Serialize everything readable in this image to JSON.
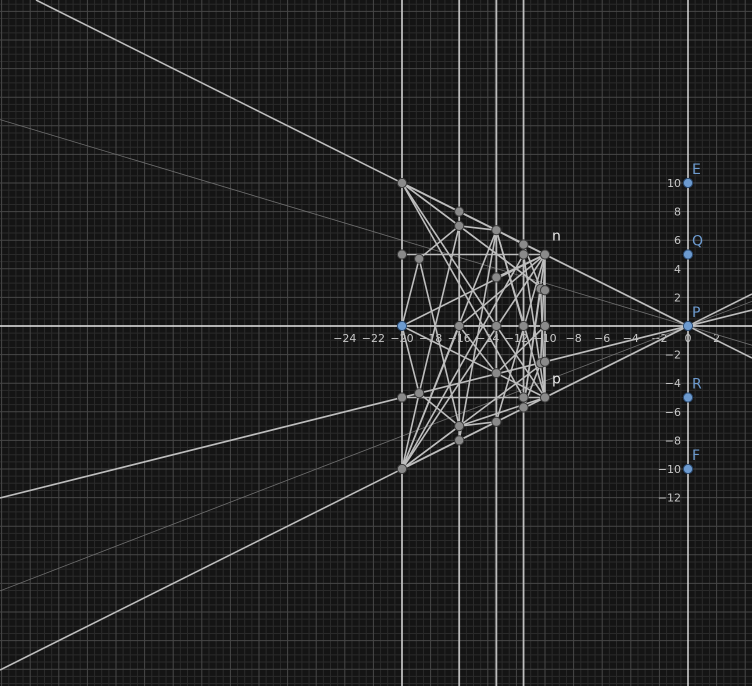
{
  "graph": {
    "axis_ticks_x": [
      -24,
      -22,
      -20,
      -18,
      -16,
      -14,
      -12,
      -10,
      -8,
      -6,
      -4,
      -2,
      0,
      2
    ],
    "axis_ticks_y": [
      -12,
      -10,
      -8,
      -6,
      -4,
      -2,
      2,
      4,
      6,
      8,
      10
    ],
    "colors": {
      "background": "#141414",
      "minor_grid": "#2a2a2a",
      "major_grid": "#474747",
      "axis": "#e6e6e6",
      "construction": "#bdbdbd",
      "point_gray": "#8a8a8a",
      "point_blue": "#6d9bd0",
      "label_blue": "#6d9bd0",
      "label_white": "#e8e8e8"
    },
    "vertical_lines_x": [
      -20,
      -16,
      -13.4,
      -11.5
    ],
    "points_blue": [
      {
        "label": "E",
        "x": 0,
        "y": 10
      },
      {
        "label": "Q",
        "x": 0,
        "y": 5
      },
      {
        "label": "P",
        "x": 0,
        "y": 0
      },
      {
        "label": "R",
        "x": 0,
        "y": -5
      },
      {
        "label": "F",
        "x": 0,
        "y": -10
      },
      {
        "label": "",
        "x": -20,
        "y": 0
      }
    ],
    "points_gray": [
      [
        -20,
        10
      ],
      [
        -16,
        8
      ],
      [
        -16,
        7
      ],
      [
        -13.4,
        6.7
      ],
      [
        -11.5,
        5.7
      ],
      [
        -20,
        5
      ],
      [
        -18.8,
        4.7
      ],
      [
        -11.5,
        5
      ],
      [
        -10,
        5
      ],
      [
        -13.4,
        3.4
      ],
      [
        -10.3,
        2.6
      ],
      [
        -10,
        2.5
      ],
      [
        -16,
        0
      ],
      [
        -13.4,
        0
      ],
      [
        -11.5,
        0
      ],
      [
        -10,
        0
      ],
      [
        -13.4,
        -3.3
      ],
      [
        -10.3,
        -2.6
      ],
      [
        -10,
        -2.5
      ],
      [
        -18.8,
        -4.7
      ],
      [
        -20,
        -5
      ],
      [
        -11.5,
        -5
      ],
      [
        -10,
        -5
      ],
      [
        -11.5,
        -5.7
      ],
      [
        -16,
        -7
      ],
      [
        -13.4,
        -6.7
      ],
      [
        -16,
        -8
      ],
      [
        -20,
        -10
      ]
    ],
    "segments": [
      [
        [
          -20,
          10
        ],
        [
          -10,
          5
        ]
      ],
      [
        [
          -20,
          10
        ],
        [
          -13.4,
          6.7
        ]
      ],
      [
        [
          -20,
          10
        ],
        [
          -16,
          7
        ]
      ],
      [
        [
          -20,
          10
        ],
        [
          -10,
          2.5
        ]
      ],
      [
        [
          -20,
          10
        ],
        [
          -13.4,
          0
        ]
      ],
      [
        [
          -20,
          10
        ],
        [
          -11.5,
          -5
        ]
      ],
      [
        [
          -20,
          5
        ],
        [
          -10,
          5
        ]
      ],
      [
        [
          -20,
          -5
        ],
        [
          -10,
          -5
        ]
      ],
      [
        [
          -20,
          0
        ],
        [
          -10,
          5
        ]
      ],
      [
        [
          -20,
          0
        ],
        [
          -10,
          -5
        ]
      ],
      [
        [
          -18.8,
          4.7
        ],
        [
          -16,
          7
        ]
      ],
      [
        [
          -16,
          7
        ],
        [
          -13.4,
          6.7
        ]
      ],
      [
        [
          -20,
          0
        ],
        [
          -18.8,
          4.7
        ]
      ],
      [
        [
          -18.8,
          4.7
        ],
        [
          -16,
          -7
        ]
      ],
      [
        [
          -20,
          0
        ],
        [
          -18.8,
          -4.7
        ]
      ],
      [
        [
          -18.8,
          -4.7
        ],
        [
          -16,
          7
        ]
      ],
      [
        [
          -18.8,
          -4.7
        ],
        [
          -16,
          -7
        ]
      ],
      [
        [
          -16,
          -7
        ],
        [
          -13.4,
          -6.7
        ]
      ],
      [
        [
          -13.4,
          6.7
        ],
        [
          -11.5,
          0
        ]
      ],
      [
        [
          -13.4,
          6.7
        ],
        [
          -11.5,
          5.7
        ]
      ],
      [
        [
          -13.4,
          6.7
        ],
        [
          -10,
          -5
        ]
      ],
      [
        [
          -13.4,
          6.7
        ],
        [
          -16,
          -8
        ]
      ],
      [
        [
          -16,
          8
        ],
        [
          -10,
          5
        ]
      ],
      [
        [
          -16,
          7
        ],
        [
          -10,
          2.5
        ]
      ],
      [
        [
          -20,
          -10
        ],
        [
          -13.4,
          6.7
        ]
      ],
      [
        [
          -20,
          -10
        ],
        [
          -10,
          5
        ]
      ],
      [
        [
          -20,
          -10
        ],
        [
          -11.5,
          5
        ]
      ],
      [
        [
          -20,
          -10
        ],
        [
          -10,
          -2.5
        ]
      ],
      [
        [
          -20,
          -10
        ],
        [
          -16,
          -7
        ]
      ],
      [
        [
          -20,
          -10
        ],
        [
          -13.4,
          -6.7
        ]
      ],
      [
        [
          -20,
          -10
        ],
        [
          -16,
          0
        ]
      ],
      [
        [
          -20,
          -10
        ],
        [
          -18.8,
          -4.7
        ]
      ],
      [
        [
          -10,
          5
        ],
        [
          -16,
          0
        ]
      ],
      [
        [
          -10,
          5
        ],
        [
          -13.4,
          3.4
        ]
      ],
      [
        [
          -10,
          5
        ],
        [
          -13.4,
          -6.7
        ]
      ],
      [
        [
          -10,
          5
        ],
        [
          -11.5,
          -5.7
        ]
      ],
      [
        [
          -10,
          5
        ],
        [
          -10,
          -5
        ]
      ],
      [
        [
          -10,
          5
        ],
        [
          -10.3,
          -2.6
        ]
      ],
      [
        [
          -11.5,
          5.7
        ],
        [
          -10.3,
          2.6
        ]
      ],
      [
        [
          -10.3,
          2.6
        ],
        [
          -10,
          -5
        ]
      ],
      [
        [
          -10.3,
          2.6
        ],
        [
          -11.5,
          -5.7
        ]
      ],
      [
        [
          -11.5,
          5
        ],
        [
          -10,
          -5
        ]
      ],
      [
        [
          -10.3,
          -2.6
        ],
        [
          -11.5,
          -5.7
        ]
      ],
      [
        [
          -10,
          -5
        ],
        [
          -16,
          -7
        ]
      ],
      [
        [
          -13.4,
          0
        ],
        [
          -10,
          -5
        ]
      ],
      [
        [
          -13.4,
          -3.3
        ],
        [
          -16,
          0
        ]
      ],
      [
        [
          -13.4,
          -3.3
        ],
        [
          -10,
          0
        ]
      ]
    ],
    "rays": [
      {
        "from": [
          0,
          0
        ],
        "through": [
          -20,
          10
        ]
      },
      {
        "from": [
          0,
          0
        ],
        "through": [
          -20,
          -10
        ]
      },
      {
        "from": [
          0,
          0
        ],
        "through": [
          -10,
          5
        ],
        "extend_both": true
      },
      {
        "from": [
          0,
          0
        ],
        "through": [
          -10,
          -2.5
        ],
        "extend_both": true
      },
      {
        "from": [
          0,
          0
        ],
        "through": [
          -10,
          -5
        ],
        "extend_both": true
      }
    ],
    "thin_lines": [
      {
        "through": [
          0,
          0
        ],
        "slope": -0.3
      },
      {
        "through": [
          0,
          0
        ],
        "slope": 0.385
      }
    ],
    "labels_white": [
      {
        "text": "n",
        "x": -10,
        "y": 5
      },
      {
        "text": "p",
        "x": -10,
        "y": -5
      }
    ]
  }
}
